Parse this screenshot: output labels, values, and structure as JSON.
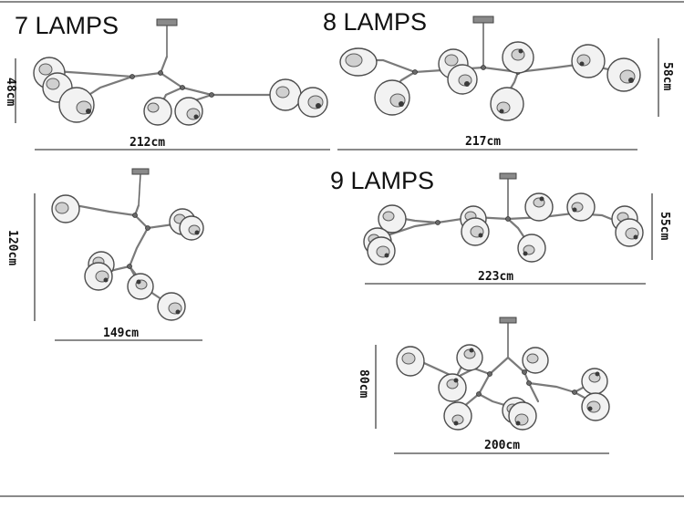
{
  "diagrams": [
    {
      "id": "seven-lamps",
      "title": "7 LAMPS",
      "width_label": "212cm",
      "height_label": "48cm"
    },
    {
      "id": "eight-lamps",
      "title": "8 LAMPS",
      "width_label": "217cm",
      "height_label": "58cm"
    },
    {
      "id": "nine-lamps",
      "title": "9 LAMPS",
      "width_label": "223cm",
      "height_label": "55cm"
    },
    {
      "id": "tall-variant",
      "title": "",
      "width_label": "149cm",
      "height_label": "120cm"
    },
    {
      "id": "wide-variant",
      "title": "",
      "width_label": "200cm",
      "height_label": "80cm"
    }
  ],
  "colors": {
    "line": "#444444",
    "globe": "#f2f2f2",
    "arm": "#7a7a7a"
  }
}
